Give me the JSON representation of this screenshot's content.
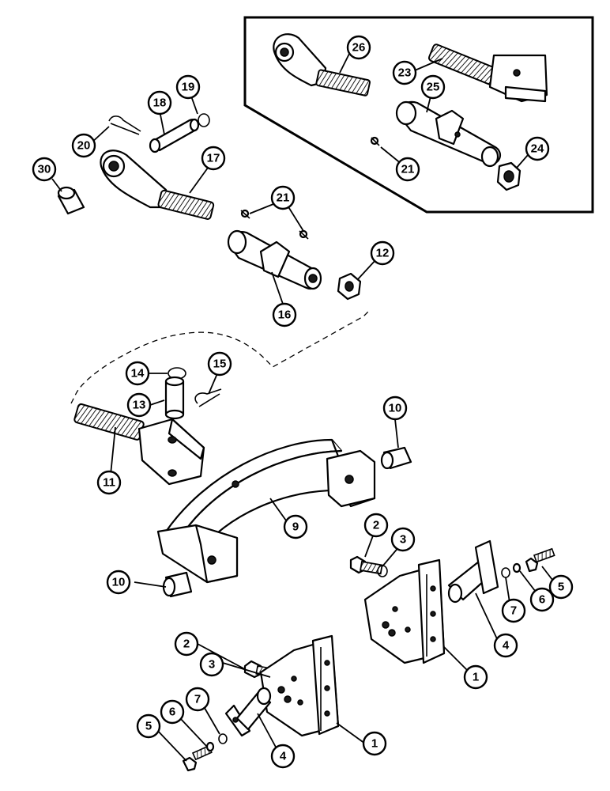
{
  "callouts": [
    {
      "id": "c26",
      "label": "26"
    },
    {
      "id": "c23",
      "label": "23"
    },
    {
      "id": "c25",
      "label": "25"
    },
    {
      "id": "c21a",
      "label": "21"
    },
    {
      "id": "c24",
      "label": "24"
    },
    {
      "id": "c19",
      "label": "19"
    },
    {
      "id": "c18",
      "label": "18"
    },
    {
      "id": "c20",
      "label": "20"
    },
    {
      "id": "c30",
      "label": "30"
    },
    {
      "id": "c17",
      "label": "17"
    },
    {
      "id": "c21b",
      "label": "21"
    },
    {
      "id": "c12",
      "label": "12"
    },
    {
      "id": "c16",
      "label": "16"
    },
    {
      "id": "c14",
      "label": "14"
    },
    {
      "id": "c15",
      "label": "15"
    },
    {
      "id": "c13",
      "label": "13"
    },
    {
      "id": "c10a",
      "label": "10"
    },
    {
      "id": "c11",
      "label": "11"
    },
    {
      "id": "c9",
      "label": "9"
    },
    {
      "id": "c2a",
      "label": "2"
    },
    {
      "id": "c3a",
      "label": "3"
    },
    {
      "id": "c5a",
      "label": "5"
    },
    {
      "id": "c6a",
      "label": "6"
    },
    {
      "id": "c7a",
      "label": "7"
    },
    {
      "id": "c4a",
      "label": "4"
    },
    {
      "id": "c10b",
      "label": "10"
    },
    {
      "id": "c1a",
      "label": "1"
    },
    {
      "id": "c2b",
      "label": "2"
    },
    {
      "id": "c3b",
      "label": "3"
    },
    {
      "id": "c7b",
      "label": "7"
    },
    {
      "id": "c6b",
      "label": "6"
    },
    {
      "id": "c5b",
      "label": "5"
    },
    {
      "id": "c4b",
      "label": "4"
    },
    {
      "id": "c1b",
      "label": "1"
    }
  ]
}
